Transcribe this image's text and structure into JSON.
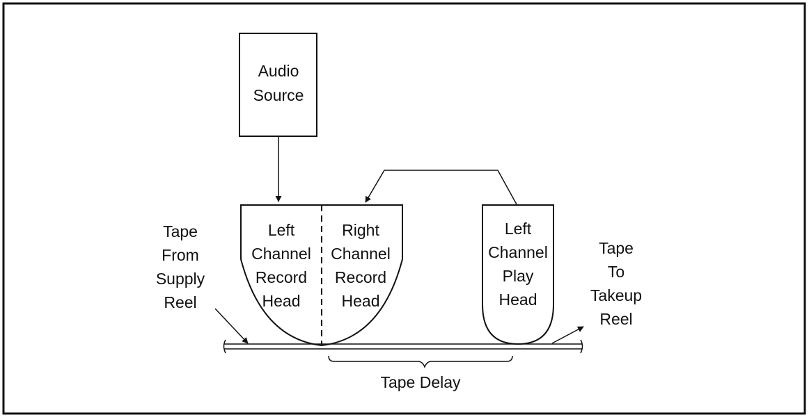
{
  "diagram": {
    "audio_source": {
      "line1": "Audio",
      "line2": "Source"
    },
    "left_record_head": {
      "line1": "Left",
      "line2": "Channel",
      "line3": "Record",
      "line4": "Head"
    },
    "right_record_head": {
      "line1": "Right",
      "line2": "Channel",
      "line3": "Record",
      "line4": "Head"
    },
    "play_head": {
      "line1": "Left",
      "line2": "Channel",
      "line3": "Play",
      "line4": "Head"
    },
    "supply_label": {
      "line1": "Tape",
      "line2": "From",
      "line3": "Supply",
      "line4": "Reel"
    },
    "takeup_label": {
      "line1": "Tape",
      "line2": "To",
      "line3": "Takeup",
      "line4": "Reel"
    },
    "delay_label": "Tape Delay"
  }
}
